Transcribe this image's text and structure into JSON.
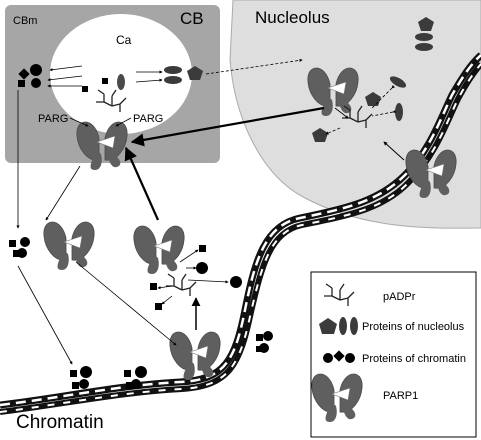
{
  "labels": {
    "cb": "CB",
    "cbm": "CBm",
    "ca": "Ca",
    "nucleolus": "Nucleolus",
    "chromatin": "Chromatin",
    "parg_left": "PARG",
    "parg_right": "PARG"
  },
  "legend": {
    "items": [
      {
        "label": "pADPr",
        "symbol": "padpr-symbol"
      },
      {
        "label": "Proteins of nucleolus",
        "symbol": "nucleolus-proteins-symbol"
      },
      {
        "label": "Proteins of chromatin",
        "symbol": "chromatin-proteins-symbol"
      },
      {
        "label": "PARP1",
        "symbol": "parp1-symbol"
      }
    ]
  },
  "colors": {
    "cb_box": "#a6a6a6",
    "nucleolus": "#dedede",
    "protein": "#5f5f5f",
    "chromatin_dark": "#111111"
  }
}
